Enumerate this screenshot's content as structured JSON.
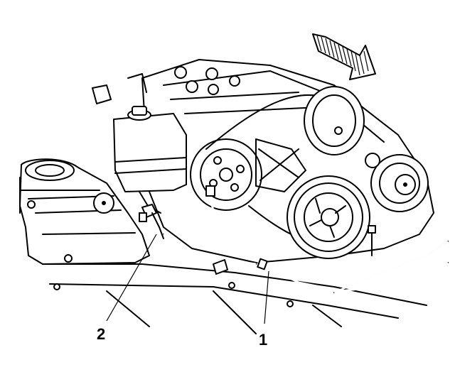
{
  "diagram": {
    "callouts": [
      {
        "id": "callout-1",
        "label": "1"
      },
      {
        "id": "callout-2",
        "label": "2"
      }
    ],
    "direction_arrow": "forward-arrow-icon"
  }
}
